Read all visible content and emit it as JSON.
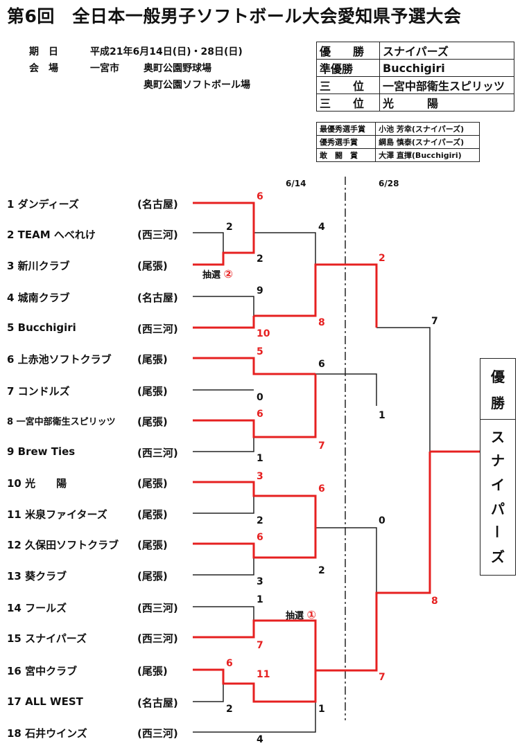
{
  "title": "第6回　全日本一般男子ソフトボール大会愛知県予選大会",
  "info": {
    "period_label": "期　日",
    "period_value": "平成21年6月14日(日)・28日(日)",
    "venue_label": "会　場",
    "venue_city": "一宮市",
    "venue_1": "奥町公園野球場",
    "venue_2": "奥町公園ソフトボール場"
  },
  "results": [
    {
      "label": "優　　勝",
      "value": "スナイパーズ"
    },
    {
      "label": "準優勝",
      "value": "Bucchigiri"
    },
    {
      "label": "三　　位",
      "value": "一宮中部衛生スピリッツ"
    },
    {
      "label": "三　　位",
      "value": "光　　　陽"
    }
  ],
  "awards": [
    {
      "label": "最優秀選手賞",
      "value": "小池 芳幸(スナイパーズ)"
    },
    {
      "label": "優秀選手賞",
      "value": "綱島 慎泰(スナイパーズ)"
    },
    {
      "label": "敢　闘　賞",
      "value": "大澤 直揮(Bucchigiri)"
    }
  ],
  "dates": {
    "round1": "6/14",
    "round2": "6/28"
  },
  "teams": [
    {
      "no": "1",
      "name": "ダンディーズ",
      "region": "(名古屋)"
    },
    {
      "no": "2",
      "name": "TEAM へべれけ",
      "region": "(西三河)"
    },
    {
      "no": "3",
      "name": "新川クラブ",
      "region": "(尾張)"
    },
    {
      "no": "4",
      "name": "城南クラブ",
      "region": "(名古屋)"
    },
    {
      "no": "5",
      "name": "Bucchigiri",
      "region": "(西三河)"
    },
    {
      "no": "6",
      "name": "上赤池ソフトクラブ",
      "region": "(尾張)"
    },
    {
      "no": "7",
      "name": "コンドルズ",
      "region": "(尾張)"
    },
    {
      "no": "8",
      "name": "一宮中部衛生スピリッツ",
      "region": "(尾張)"
    },
    {
      "no": "9",
      "name": "Brew Ties",
      "region": "(西三河)"
    },
    {
      "no": "10",
      "name": "光　　陽",
      "region": "(尾張)"
    },
    {
      "no": "11",
      "name": "米泉ファイターズ",
      "region": "(尾張)"
    },
    {
      "no": "12",
      "name": "久保田ソフトクラブ",
      "region": "(尾張)"
    },
    {
      "no": "13",
      "name": "葵クラブ",
      "region": "(尾張)"
    },
    {
      "no": "14",
      "name": "フールズ",
      "region": "(西三河)"
    },
    {
      "no": "15",
      "name": "スナイパーズ",
      "region": "(西三河)"
    },
    {
      "no": "16",
      "name": "宮中クラブ",
      "region": "(尾張)"
    },
    {
      "no": "17",
      "name": "ALL WEST",
      "region": "(名古屋)"
    },
    {
      "no": "18",
      "name": "石井ウインズ",
      "region": "(西三河)"
    }
  ],
  "scores": {
    "s1": "6",
    "s2": "2",
    "s3": "2",
    "s4": "4",
    "s5": "9",
    "s6": "10",
    "s7": "8",
    "s8": "5",
    "s9": "0",
    "s10": "6",
    "s11": "6",
    "s12": "1",
    "s13": "7",
    "s14": "3",
    "s15": "2",
    "s16": "6",
    "s17": "6",
    "s18": "3",
    "s19": "2",
    "s20": "0",
    "s21": "1",
    "s22": "7",
    "s23": "6",
    "s24": "2",
    "s25": "4",
    "s26": "11",
    "s27": "1",
    "s28": "2",
    "s29": "7",
    "s30": "1",
    "s31": "7",
    "s32": "8"
  },
  "lottery": {
    "label_a": "抽選",
    "mark_a": "②",
    "label_b": "抽選",
    "mark_b": "①"
  },
  "champion": {
    "header": [
      "優",
      "勝"
    ],
    "name": [
      "ス",
      "ナ",
      "イ",
      "パ",
      "ー",
      "ズ"
    ]
  }
}
